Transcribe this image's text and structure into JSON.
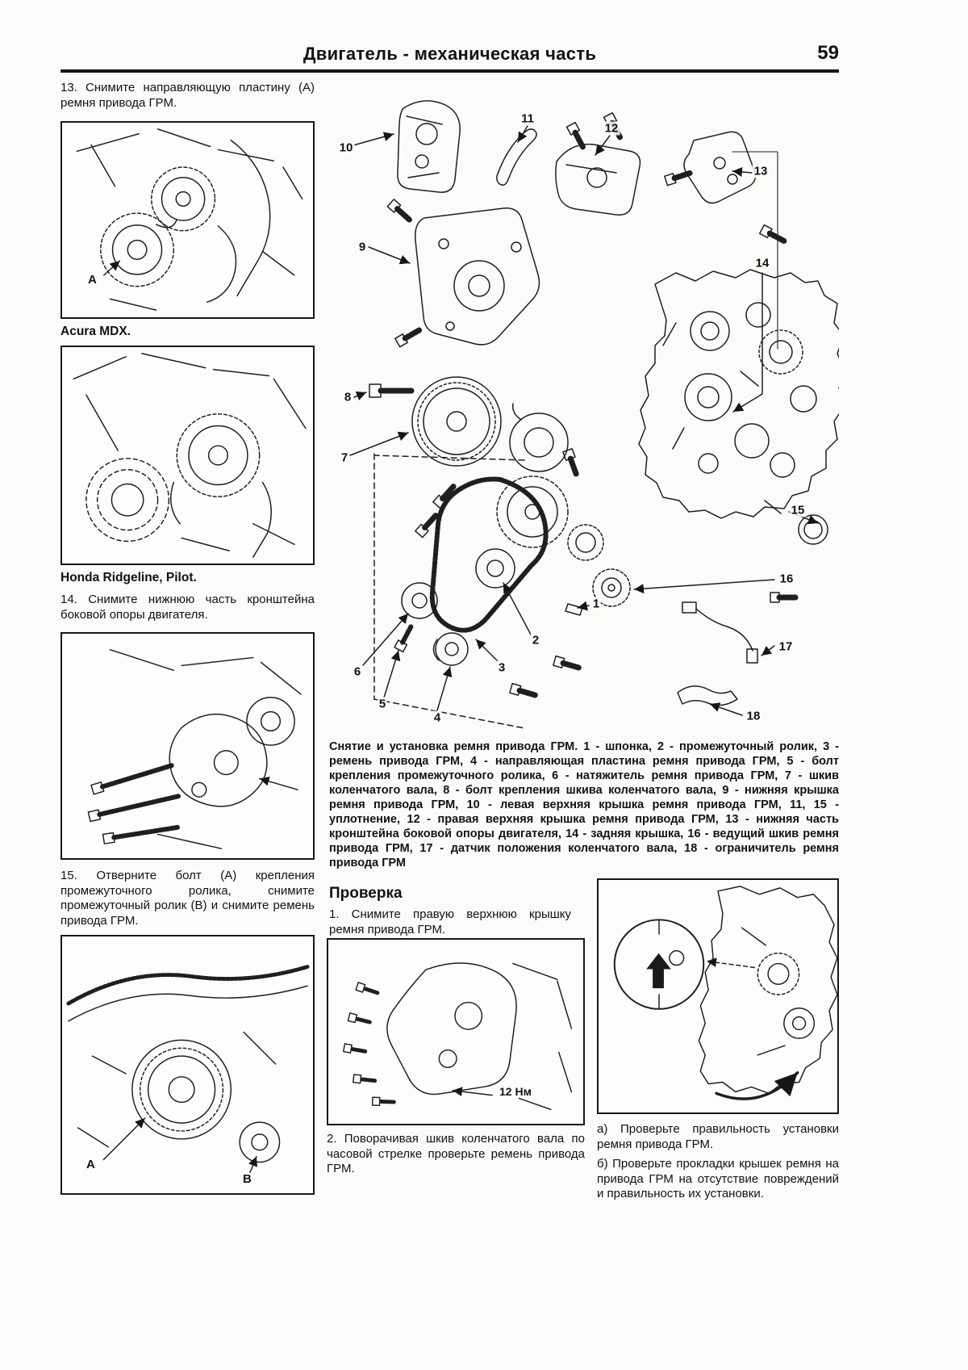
{
  "header": {
    "title": "Двигатель - механическая часть",
    "page_number": "59"
  },
  "left_column": {
    "step13": "13. Снимите направляющую пластину (А) ремня привода ГРМ.",
    "caption_acura": "Acura MDX.",
    "caption_honda": "Honda Ridgeline, Pilot.",
    "step14": "14. Снимите нижнюю часть кронштейна боковой опоры двигателя.",
    "step15": "15. Отверните болт (А) крепления промежуточного ролика, снимите промежуточный ролик (В) и снимите ремень привода ГРМ."
  },
  "figures": {
    "fig_acura": {
      "label_a": "A"
    },
    "fig_idler": {
      "label_a": "A",
      "label_b": "B"
    }
  },
  "diagram": {
    "callouts": [
      "1",
      "2",
      "3",
      "4",
      "5",
      "6",
      "7",
      "8",
      "9",
      "10",
      "11",
      "12",
      "13",
      "14",
      "15",
      "16",
      "17",
      "18"
    ],
    "caption": "Снятие и установка ремня привода ГРМ. 1 - шпонка, 2 - промежуточный ролик, 3 - ремень привода ГРМ, 4 - направляющая пластина ремня привода ГРМ, 5 - болт крепления промежуточного ролика, 6 - натяжитель ремня привода ГРМ, 7 - шкив коленчатого вала, 8 - болт крепления шкива коленчатого вала, 9 - нижняя крышка ремня привода ГРМ, 10 - левая верхняя крышка ремня привода ГРМ, 11, 15 - уплотнение, 12 - правая верхняя крышка ремня привода ГРМ, 13 - нижняя часть кронштейна боковой опоры двигателя, 14 - задняя крышка, 16 - ведущий шкив ремня привода ГРМ, 17 - датчик положения коленчатого вала, 18 - ограничитель ремня привода ГРМ"
  },
  "inspection": {
    "heading": "Проверка",
    "step1": "1. Снимите правую верхнюю крышку ремня привода ГРМ.",
    "step2": "2. Поворачивая шкив коленчатого вала по часовой стрелке проверьте ремень привода ГРМ.",
    "torque_label": "12 Нм",
    "note_a": "а) Проверьте правильность установки ремня привода ГРМ.",
    "note_b": "б) Проверьте прокладки крышек ремня на привода ГРМ на отсутствие повреждений и правильность их установки."
  }
}
